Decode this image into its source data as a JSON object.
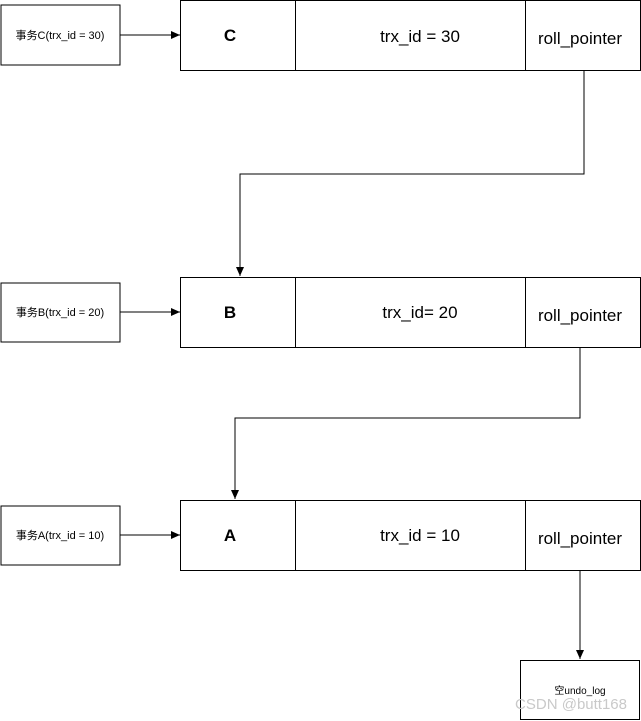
{
  "diagram": {
    "versions": [
      {
        "txn_label": "事务C(trx_id = 30)",
        "version": "C",
        "trx_id_text": "trx_id = 30",
        "pointer_text": "roll_pointer"
      },
      {
        "txn_label": "事务B(trx_id = 20)",
        "version": "B",
        "trx_id_text": "trx_id= 20",
        "pointer_text": "roll_pointer"
      },
      {
        "txn_label": "事务A(trx_id = 10)",
        "version": "A",
        "trx_id_text": "trx_id = 10",
        "pointer_text": "roll_pointer"
      }
    ],
    "end_node": "空undo_log",
    "watermark": "CSDN @butt168"
  }
}
